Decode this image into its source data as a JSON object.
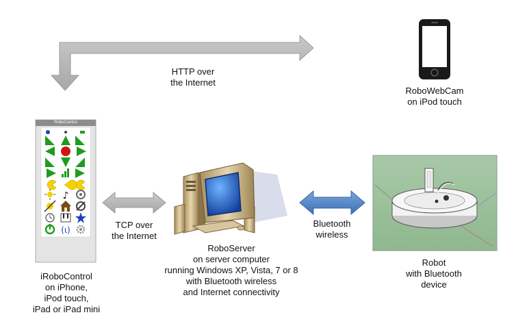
{
  "http_link": {
    "lines": [
      "HTTP over",
      "the Internet"
    ]
  },
  "webcam": {
    "lines": [
      "RoboWebCam",
      "on iPod touch"
    ]
  },
  "tcp_link": {
    "lines": [
      "TCP over",
      "the Internet"
    ]
  },
  "bluetooth_link": {
    "lines": [
      "Bluetooth",
      "wireless"
    ]
  },
  "iphone": {
    "header": "RoboControl",
    "lines": [
      "iRoboControl",
      "on iPhone,",
      "iPod touch,",
      "iPad or iPad mini"
    ]
  },
  "server": {
    "lines": [
      "RoboServer",
      "on server computer",
      "running Windows XP, Vista, 7 or 8",
      "with Bluetooth wireless",
      "and Internet connectivity"
    ]
  },
  "robot": {
    "lines": [
      "Robot",
      "with Bluetooth",
      "device"
    ]
  },
  "colors": {
    "gray_arrow": "#b4b4b4",
    "blue_arrow": "#4f86c6",
    "control_green": "#1f9c1f",
    "control_red": "#d01414",
    "control_yellow": "#f2d200",
    "monitor_blue": "#1f57c8",
    "monitor_beige": "#cdb98c"
  }
}
